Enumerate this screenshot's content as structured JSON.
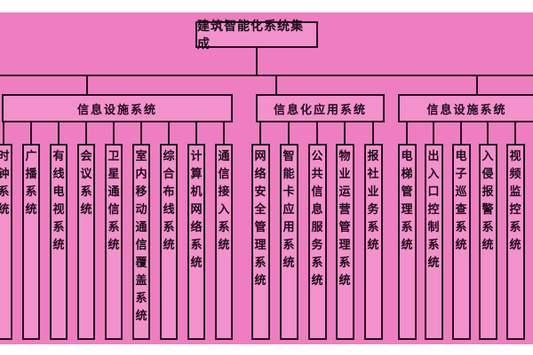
{
  "diagram": {
    "root": {
      "label": "建筑智能化系统集成"
    },
    "branches": [
      {
        "label": "信息设施系统",
        "children": [
          "时钟系统",
          "广播系统",
          "有线电视系统",
          "会议系统",
          "卫星通信系统",
          "室内移动通信覆盖系统",
          "综合布线系统",
          "计算机网络系统",
          "通信接入系统"
        ]
      },
      {
        "label": "信息化应用系统",
        "children": [
          "网络安全管理系统",
          "智能卡应用系统",
          "公共信息服务系统",
          "物业运营管理系统",
          "报社业务系统"
        ]
      },
      {
        "label": "信息设施系统",
        "children": [
          "电梯管理系统",
          "出入口控制系统",
          "电子巡查系统",
          "入侵报警系统",
          "视频监控系统"
        ]
      }
    ]
  },
  "colors": {
    "background_pink": "#ee7ec1",
    "box_fill": "#f391cc",
    "border": "#241020",
    "text": "#1b0b18",
    "margin_white": "#ffffff"
  }
}
